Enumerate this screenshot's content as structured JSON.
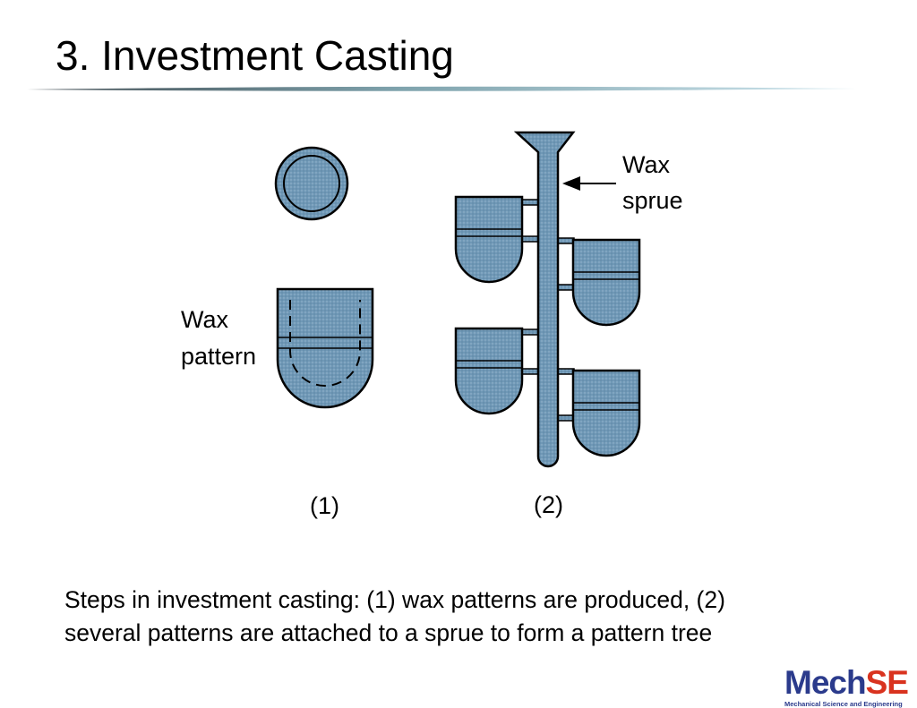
{
  "slide": {
    "title": "3. Investment Casting"
  },
  "diagram": {
    "colors": {
      "wax": "#6f98b6",
      "outline": "#000000"
    },
    "labels": {
      "wax_pattern_line1": "Wax",
      "wax_pattern_line2": "pattern",
      "wax_sprue_line1": "Wax",
      "wax_sprue_line2": "sprue",
      "step1": "(1)",
      "step2": "(2)"
    }
  },
  "caption": {
    "line1": "Steps in investment casting: (1) wax patterns are produced, (2)",
    "line2": "several patterns are attached to a sprue to form a pattern tree"
  },
  "logo": {
    "part1": "Mech",
    "part2": "SE",
    "subtitle": "Mechanical Science and Engineering"
  }
}
